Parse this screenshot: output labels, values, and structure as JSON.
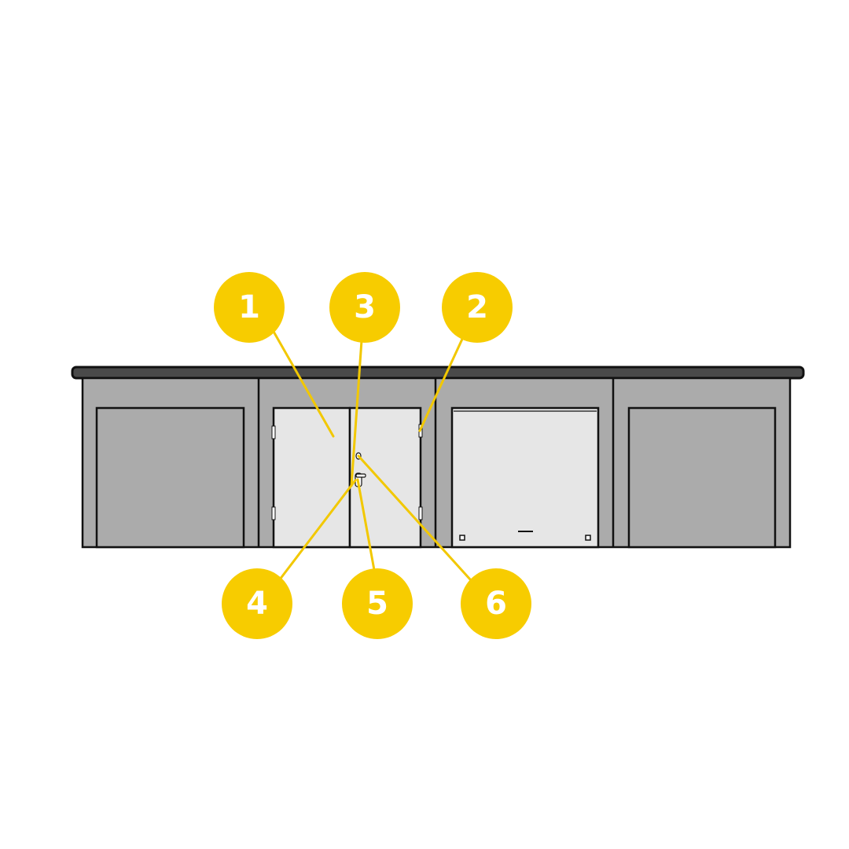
{
  "colors": {
    "background": "#ffffff",
    "roof": "#4a4a4a",
    "wall": "#ababab",
    "door_dark": "#ababab",
    "door_light": "#e6e6e6",
    "outline": "#111111",
    "callout": "#f7cc00",
    "callout_line": "#f2c800",
    "callout_text": "#ffffff"
  },
  "callouts": [
    {
      "id": "c1",
      "label": "1"
    },
    {
      "id": "c2",
      "label": "2"
    },
    {
      "id": "c3",
      "label": "3"
    },
    {
      "id": "c4",
      "label": "4"
    },
    {
      "id": "c5",
      "label": "5"
    },
    {
      "id": "c6",
      "label": "6"
    }
  ]
}
